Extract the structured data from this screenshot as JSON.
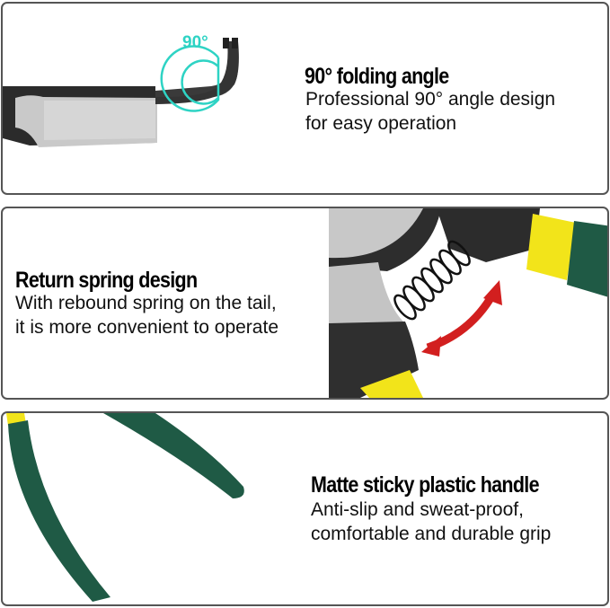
{
  "features": [
    {
      "title": "90° folding angle",
      "lines": [
        "Professional 90° angle design",
        "for easy operation"
      ],
      "illustration": {
        "type": "bent-tip-pliers",
        "annotation": "90°",
        "annotation_color": "#2ed3c4"
      }
    },
    {
      "title": "Return spring design",
      "lines": [
        "With rebound spring on the tail,",
        "it is more convenient to operate"
      ],
      "illustration": {
        "type": "spring-pivot",
        "arrow_color": "#d21f1f"
      }
    },
    {
      "title": "Matte sticky plastic handle",
      "lines": [
        "Anti-slip and sweat-proof,",
        "comfortable and durable grip"
      ],
      "illustration": {
        "type": "green-handles",
        "handle_color": "#1f5a45",
        "accent_color": "#f2e41a"
      }
    }
  ]
}
